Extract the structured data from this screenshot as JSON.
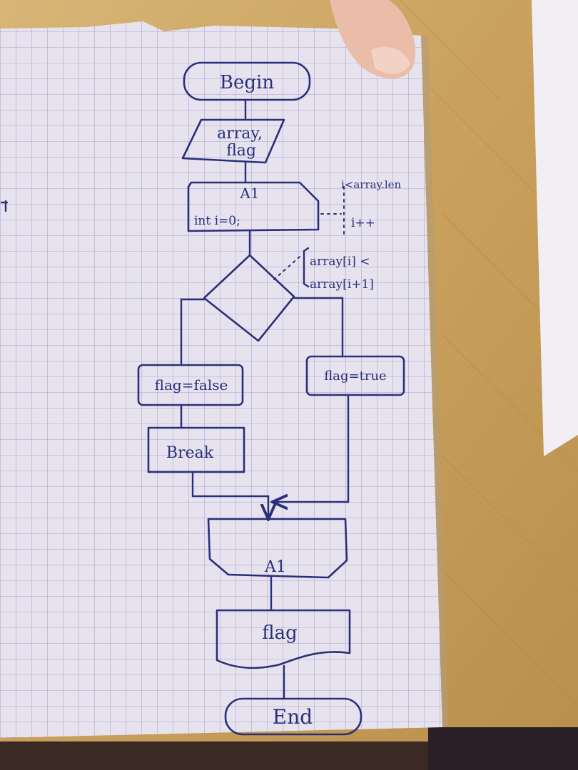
{
  "diagram": {
    "nodes": {
      "begin": "Begin",
      "input_line1": "array,",
      "input_line2": "flag",
      "loop_start_label": "A1",
      "loop_init": "int i=0;",
      "loop_cond_line1": "i<array.len",
      "loop_cond_line2": "i++",
      "decision_line1": "array[i] <",
      "decision_line2": "array[i+1]",
      "left_action": "flag=false",
      "break": "Break",
      "right_action": "flag=true",
      "loop_end_label": "A1",
      "output": "flag",
      "end": "End"
    }
  },
  "colors": {
    "ink": "#2a2f7a",
    "paper": "#e6e3ec",
    "grid": "#a7a0d0",
    "desk": "#cfa968"
  }
}
